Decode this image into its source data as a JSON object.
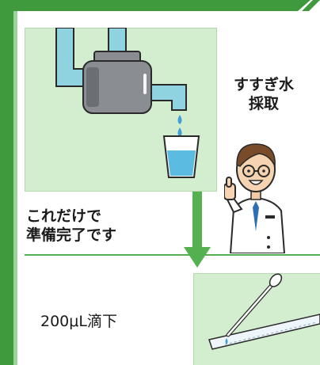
{
  "steps": {
    "rinse_line1": "すすぎ水",
    "rinse_line2": "採取",
    "ready_line1": "これだけで",
    "ready_line2": "準備完了です",
    "drop": "200μL滴下"
  },
  "colors": {
    "dark_green": "#3e9a3c",
    "light_green": "#d3edcf",
    "accent_green": "#55b04f",
    "pipe_blue": "#8fd3e0",
    "water_blue": "#5bbbe0"
  },
  "icons": {
    "faucet": "faucet-pipe-icon",
    "cup": "water-cup-icon",
    "doctor": "doctor-thumbs-up-icon",
    "pipette": "pipette-icon",
    "test_strip": "test-strip-icon",
    "arrow": "down-arrow-icon"
  }
}
